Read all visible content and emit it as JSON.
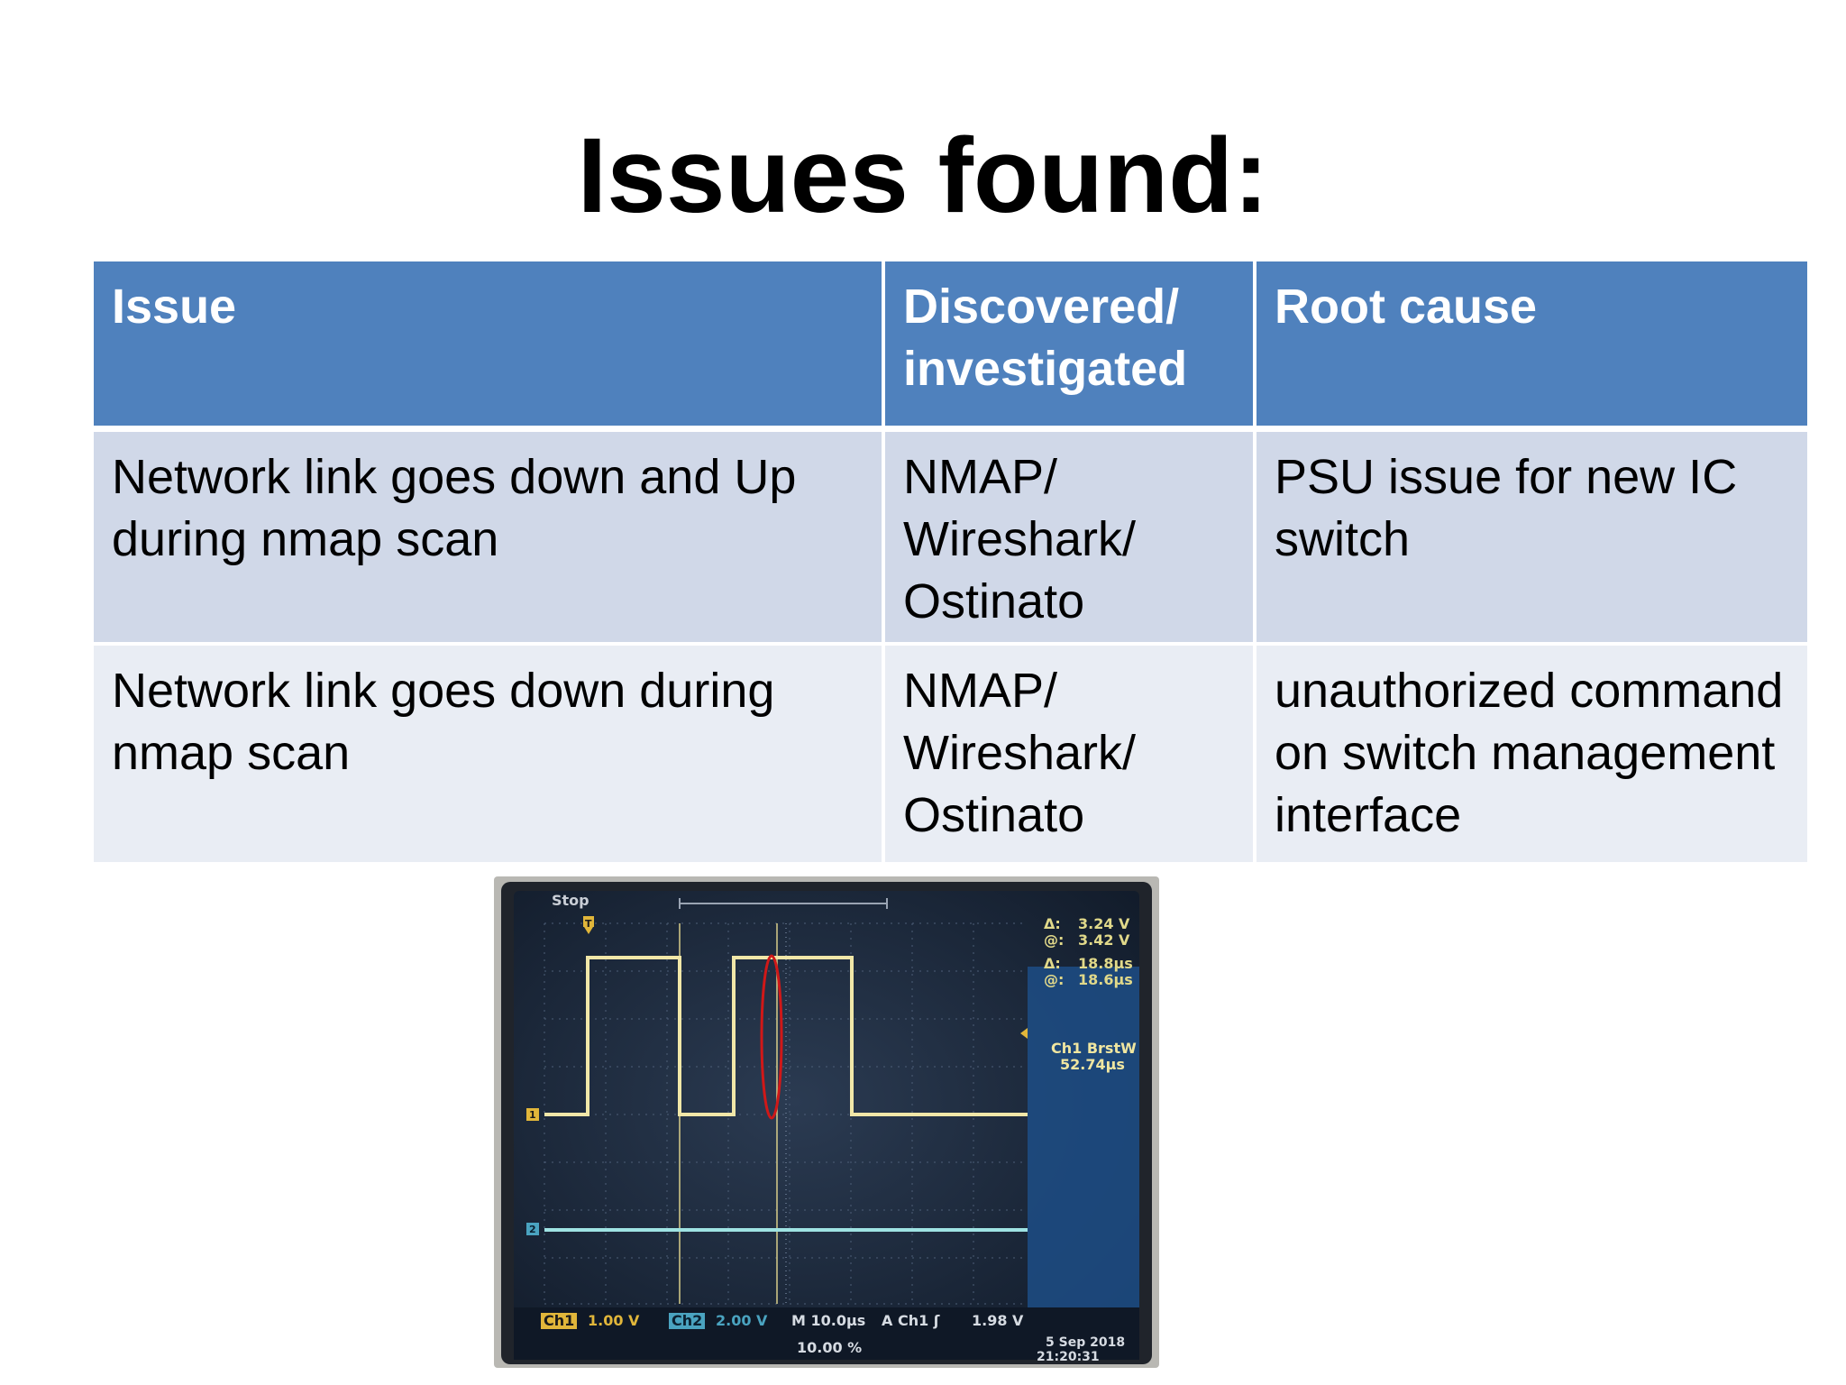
{
  "title": "Issues found:",
  "table": {
    "headers": [
      "Issue",
      "Discovered/ investigated",
      "Root cause"
    ],
    "rows": [
      {
        "issue": "Network link goes down and Up during nmap scan",
        "discovered": "NMAP/ Wireshark/ Ostinato",
        "root_cause": "PSU issue for new IC switch"
      },
      {
        "issue": "Network link goes down during nmap scan",
        "discovered": "NMAP/ Wireshark/ Ostinato",
        "root_cause": "unauthorized command on switch management interface"
      }
    ]
  },
  "oscilloscope": {
    "status": "Stop",
    "trigger_marker": "T",
    "cursor1_label": "Δ:",
    "cursor1_value": "3.24 V",
    "cursor1_at_label": "@:",
    "cursor1_at_value": "3.42 V",
    "cursor2_label": "Δ:",
    "cursor2_value": "18.8µs",
    "cursor2_at_label": "@:",
    "cursor2_at_value": "18.6µs",
    "measure_name": "Ch1 BrstW",
    "measure_value": "52.74µs",
    "ch1_marker": "1",
    "ch2_marker": "2",
    "ch1_label": "Ch1",
    "ch1_scale": "1.00 V",
    "ch2_label": "Ch2",
    "ch2_scale": "2.00 V",
    "timebase": "M 10.0µs",
    "trigger_info": "A  Ch1  ʃ",
    "trigger_level": "1.98 V",
    "position": "10.00 %",
    "date": "5 Sep  2018",
    "time": "21:20:31",
    "colors": {
      "ch1": "#f1e7a8",
      "ch2": "#9fe3e3",
      "highlight": "#d01818",
      "screen": "#1b2a3f",
      "sidebar": "#1d4d86"
    }
  }
}
